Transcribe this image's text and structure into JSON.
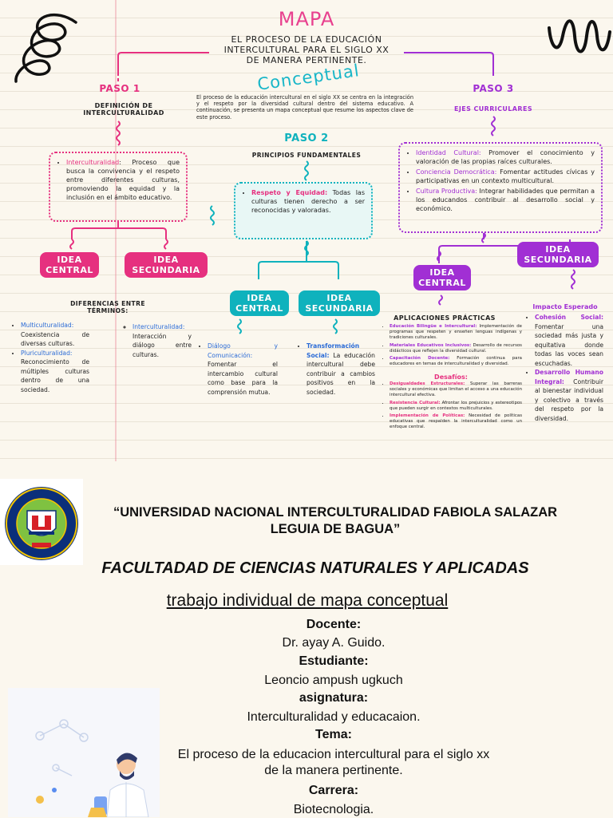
{
  "map": {
    "title": "MAPA",
    "subtitle_l1": "EL PROCESO DE LA EDUCACIÓN",
    "subtitle_l2": "INTERCULTURAL PARA EL SIGLO XX",
    "subtitle_l3": "DE MANERA PERTINENTE.",
    "conceptual": "Conceptual",
    "intro": "El proceso de la educación intercultural en el siglo XX se centra en la integración y el respeto por la diversidad cultural dentro del sistema educativo. A continuación, se presenta un mapa conceptual que resume los aspectos clave de este proceso.",
    "paso1": {
      "label": "PASO 1",
      "heading_l1": "DEFINICIÓN DE",
      "heading_l2": "INTERCULTURALIDAD",
      "term": "Interculturalidad",
      "def": ": Proceso que busca la convivencia y el respeto entre diferentes culturas, promoviendo la equidad y la inclusión en el ámbito educativo.",
      "pill_central_l1": "IDEA",
      "pill_central_l2": "CENTRAL",
      "pill_sec_l1": "IDEA",
      "pill_sec_l2": "SECUNDARIA",
      "diff_l1": "DIFERENCIAS ENTRE",
      "diff_l2": "TÉRMINOS:",
      "multi_term": "Multiculturalidad:",
      "multi_def": "Coexistencia de diversas culturas.",
      "pluri_term": "Pluriculturalidad:",
      "pluri_def": "Reconocimiento de múltiples culturas dentro de una sociedad.",
      "inter_term": "Interculturalidad:",
      "inter_def": "Interacción y diálogo entre culturas."
    },
    "paso2": {
      "label": "PASO 2",
      "heading": "PRINCIPIOS FUNDAMENTALES",
      "term": "Respeto y Equidad:",
      "def": " Todas las culturas tienen derecho a ser reconocidas y valoradas.",
      "pill_central_l1": "IDEA",
      "pill_central_l2": "CENTRAL",
      "pill_sec_l1": "IDEA",
      "pill_sec_l2": "SECUNDARIA",
      "dialogo_term": "Diálogo y Comunicación:",
      "dialogo_def": "Fomentar el intercambio cultural como base para la comprensión mutua.",
      "transf_term": "Transformación Social:",
      "transf_def": " La educación intercultural debe contribuir a cambios positivos en la sociedad."
    },
    "paso3": {
      "label": "PASO 3",
      "heading": "EJES CURRICULARES",
      "items": [
        {
          "term": "Identidad Cultural:",
          "def": " Promover el conocimiento y valoración de las propias raíces culturales."
        },
        {
          "term": "Conciencia Democrática:",
          "def": " Fomentar actitudes cívicas y participativas en un contexto multicultural."
        },
        {
          "term": "Cultura Productiva:",
          "def": " Integrar habilidades que permitan a los educandos contribuir al desarrollo social y económico."
        }
      ],
      "pill_central_l1": "IDEA",
      "pill_central_l2": "CENTRAL",
      "pill_sec_l1": "IDEA",
      "pill_sec_l2": "SECUNDARIA",
      "apps_heading": "APLICACIONES PRÁCTICAS",
      "apps": [
        {
          "term": "Educación Bilingüe e Intercultural:",
          "def": " Implementación de programas que respeten y enseñen lenguas indígenas y tradiciones culturales."
        },
        {
          "term": "Materiales Educativos Inclusivos:",
          "def": " Desarrollo de recursos didácticos que reflejen la diversidad cultural."
        },
        {
          "term": "Capacitación Docente:",
          "def": " Formación continua para educadores en temas de interculturalidad y diversidad."
        }
      ],
      "desafios_heading": "Desafíos:",
      "desafios": [
        {
          "term": "Desigualdades Estructurales:",
          "def": " Superar las barreras sociales y económicas que limitan el acceso a una educación intercultural efectiva."
        },
        {
          "term": "Resistencia Cultural:",
          "def": " Afrontar los prejuicios y estereotipos que pueden surgir en contextos multiculturales."
        },
        {
          "term": "Implementación de Políticas:",
          "def": " Necesidad de políticas educativas que respalden la interculturalidad como un enfoque central."
        }
      ],
      "impacto_heading": "Impacto Esperado",
      "cohesion_term": "Cohesión Social:",
      "cohesion_def": "Fomentar una sociedad más justa y equitativa donde todas las voces sean escuchadas.",
      "desarrollo_term": "Desarrollo Humano Integral:",
      "desarrollo_def": "Contribuir al bienestar individual y colectivo a través del respeto por la diversidad."
    }
  },
  "cover": {
    "university_l1": "“UNIVERSIDAD NACIONAL INTERCULTURALIDAD FABIOLA SALAZAR",
    "university_l2": "LEGUIA DE BAGUA”",
    "faculty": "FACULTADAD DE CIENCIAS NATURALES Y APLICADAS",
    "work": "trabajo individual de mapa conceptual",
    "docente_label": "Docente:",
    "docente": "Dr. ayay A. Guido.",
    "estudiante_label": "Estudiante:",
    "estudiante": "Leoncio ampush ugkuch",
    "asignatura_label": "asignatura:",
    "asignatura": "Interculturalidad y educacaion.",
    "tema_label": "Tema:",
    "tema_l1": "El proceso de la educacion intercultural para el siglo xx",
    "tema_l2": "de la manera pertinente.",
    "carrera_label": "Carrera:",
    "carrera": "Biotecnologia.",
    "logo_ring_text": "UNIVERSIDAD NACIONAL INTERCULTURAL FABIOLA SALAZAR LEGUIA DE BAGUA",
    "logo_banner": "UNIFSLB"
  },
  "colors": {
    "pink": "#e6307f",
    "teal": "#0fb2bd",
    "purple": "#a12fd4",
    "blue": "#2b6bd6"
  }
}
